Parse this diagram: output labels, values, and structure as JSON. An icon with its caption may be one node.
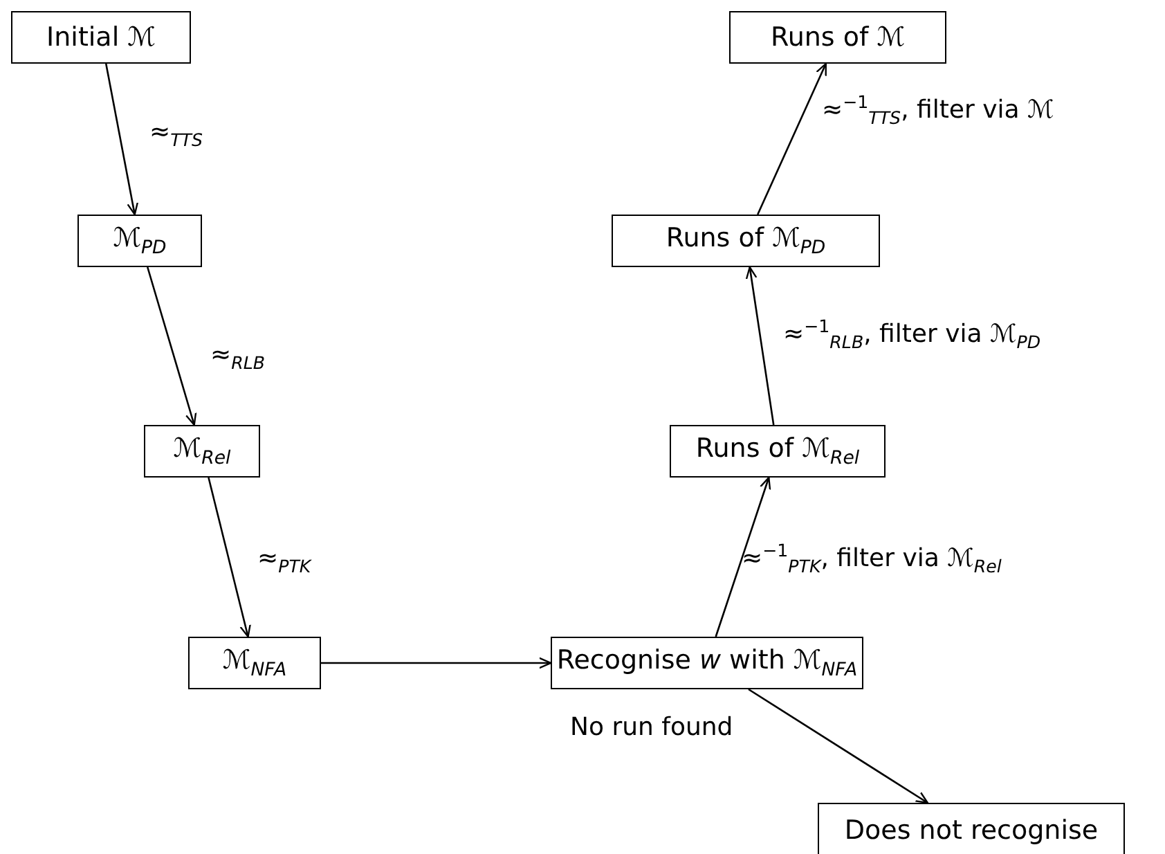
{
  "diagram": {
    "nodes": [
      {
        "text": [
          "Initial ℳ"
        ]
      },
      {
        "text": [
          "ℳ$_{PD}$"
        ]
      },
      {
        "text": [
          "ℳ$_{Rel}$"
        ]
      },
      {
        "text": [
          "ℳ$_{NFA}$"
        ]
      },
      {
        "text": [
          "Recognise *w* with ℳ$_{NFA}$"
        ]
      },
      {
        "text": [
          "Runs of ℳ$_{Rel}$"
        ]
      },
      {
        "text": [
          "Runs of ℳ$_{PD}$"
        ]
      },
      {
        "text": [
          "Runs of ℳ"
        ]
      },
      {
        "text": [
          "Does not recognise"
        ]
      }
    ],
    "edges": [
      {
        "from": 0,
        "to": 1,
        "arrow": "to",
        "label": "≈$_{TTS}$"
      },
      {
        "from": 1,
        "to": 2,
        "arrow": "to",
        "label": "≈$_{RLB}$"
      },
      {
        "from": 2,
        "to": 3,
        "arrow": "to",
        "label": "≈$_{PTK}$"
      },
      {
        "from": 3,
        "to": 4,
        "arrow": "to"
      },
      {
        "from": 4,
        "to": 5,
        "arrow": "to",
        "label": "≈$^{−1}$$_{PTK}$, filter via ℳ$_{Rel}$"
      },
      {
        "from": 5,
        "to": 6,
        "arrow": "to",
        "label": "≈$^{−1}$$_{RLB}$, filter via ℳ$_{PD}$"
      },
      {
        "from": 6,
        "to": 7,
        "arrow": "to",
        "label": "≈$^{−1}$$_{TTS}$, filter via ℳ"
      },
      {
        "from": 4,
        "to": 8,
        "arrow": "to",
        "label": "No run found"
      }
    ]
  }
}
